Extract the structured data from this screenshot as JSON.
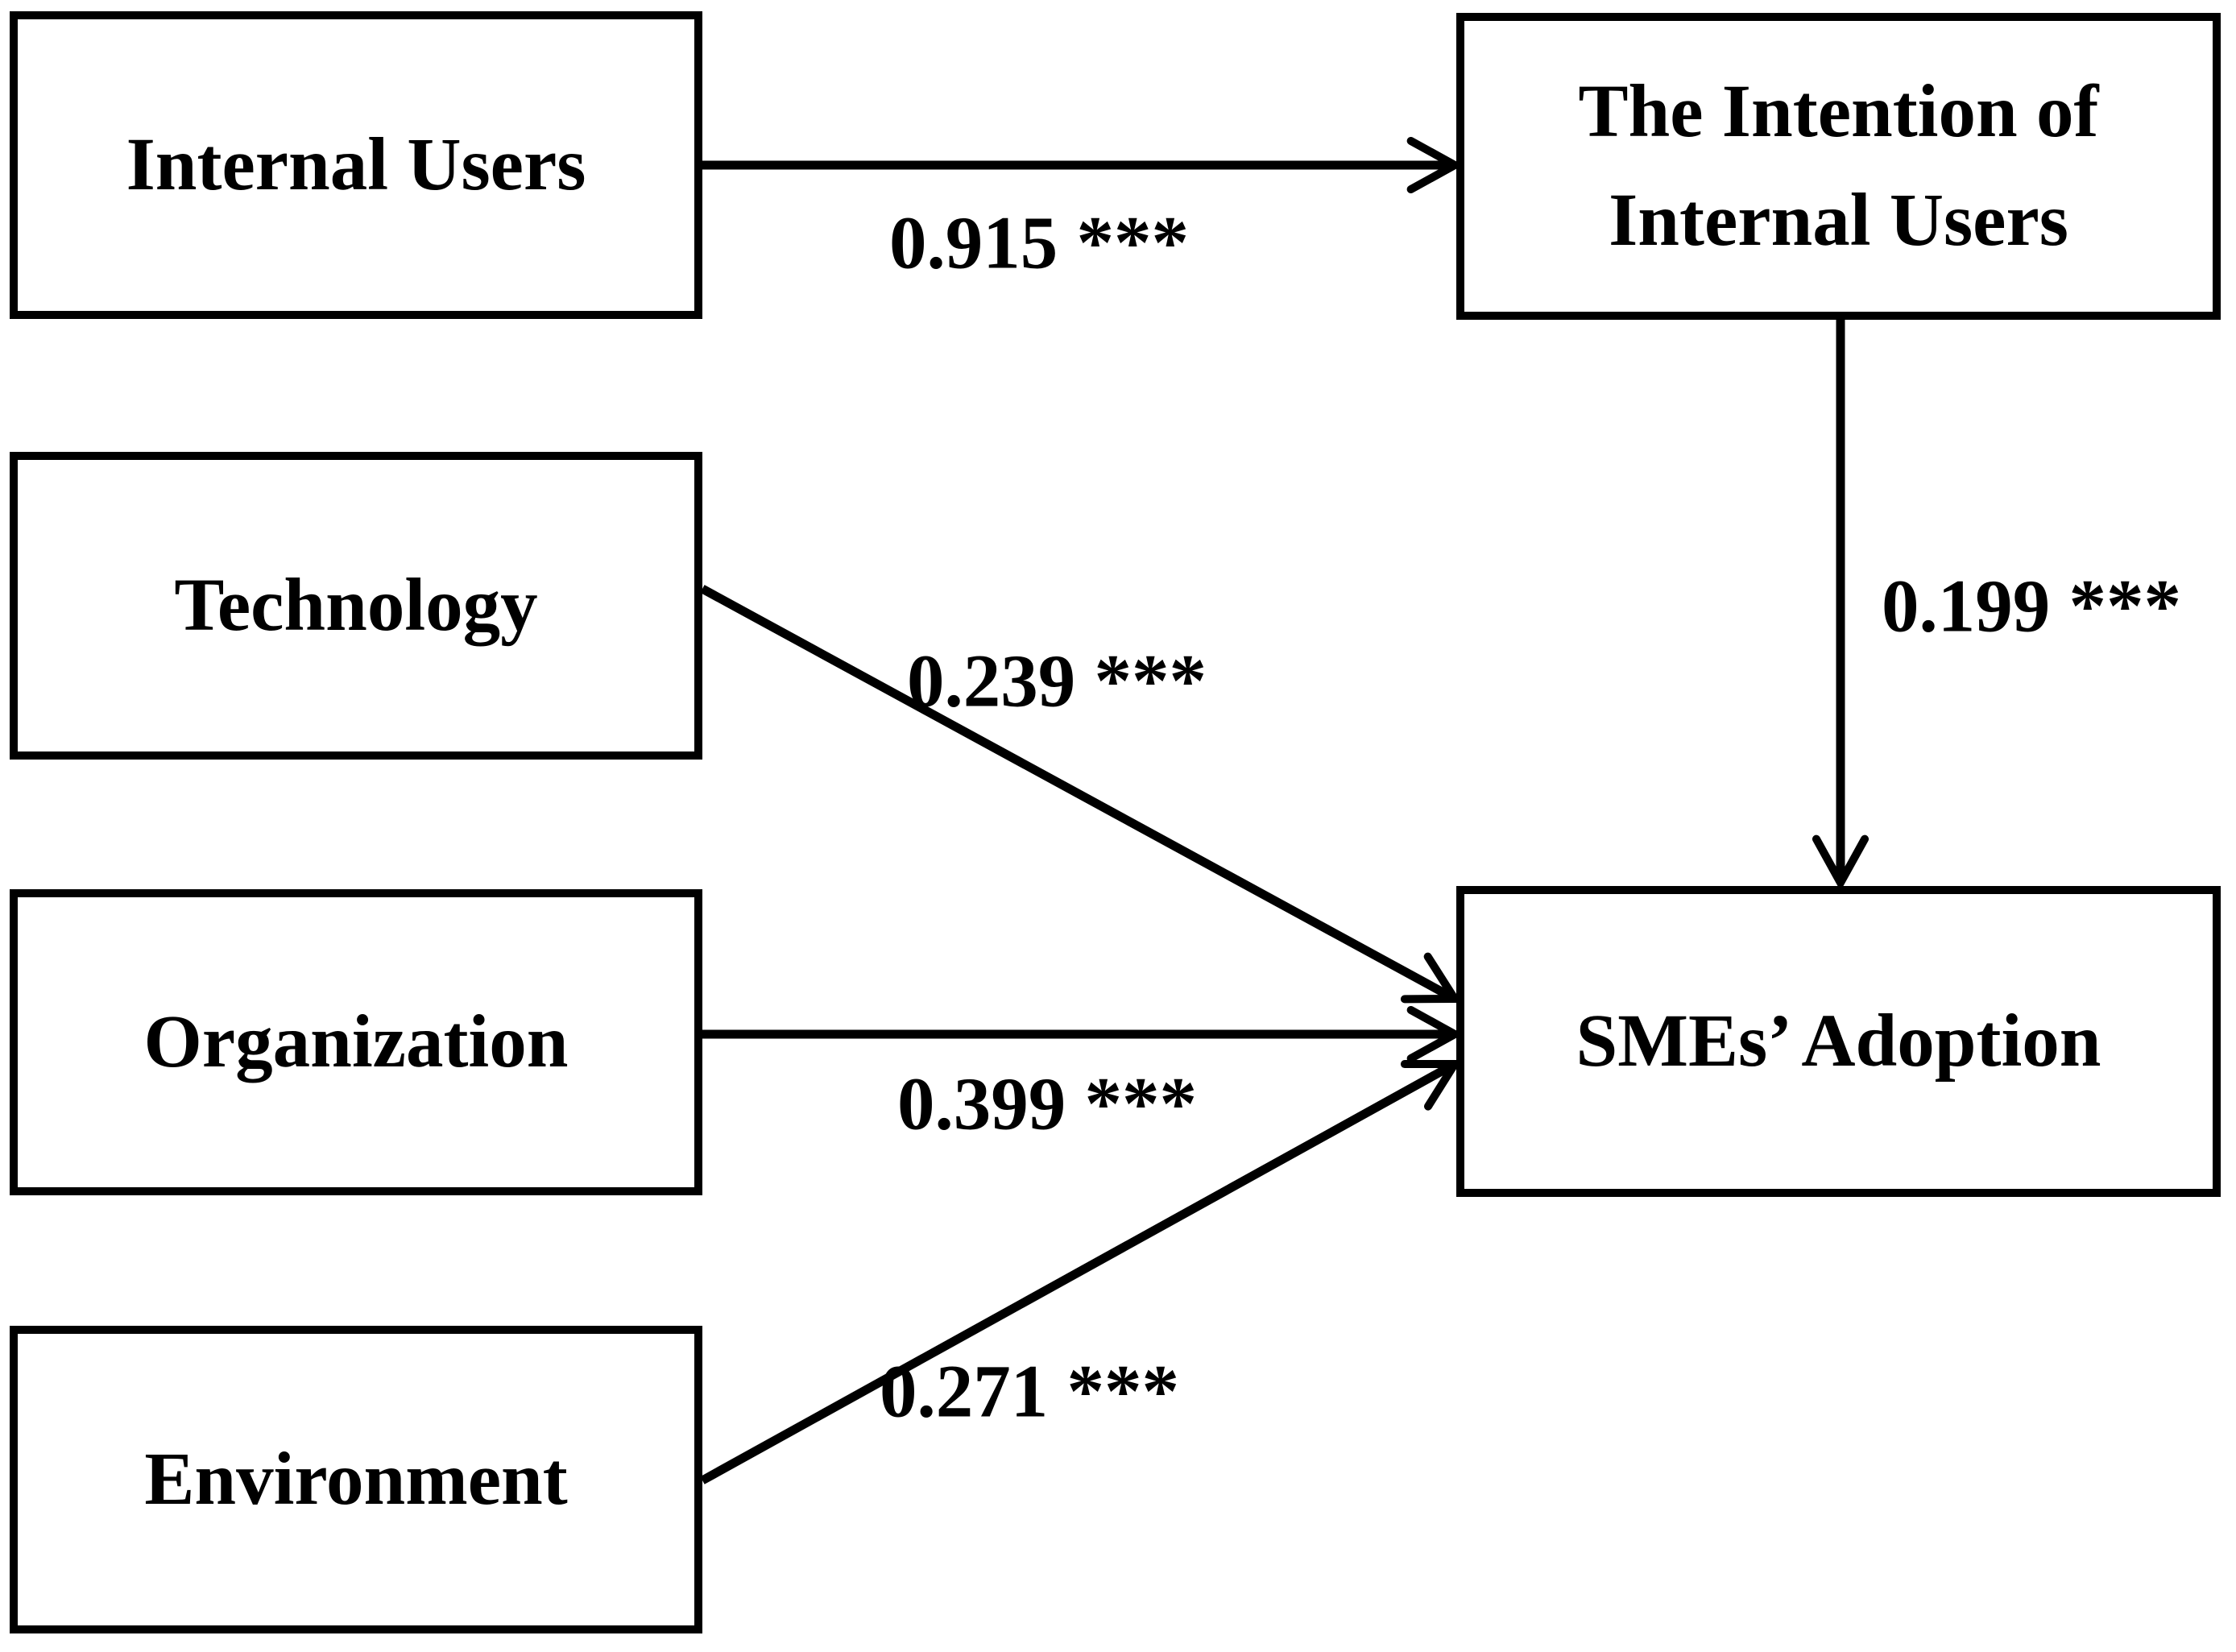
{
  "colors": {
    "background": "#ffffff",
    "line": "#000000",
    "text": "#000000"
  },
  "nodes": {
    "internal_users": {
      "label": "Internal Users"
    },
    "technology": {
      "label": "Technology"
    },
    "organization": {
      "label": "Organization"
    },
    "environment": {
      "label": "Environment"
    },
    "intention_of_internal_users": {
      "label": "The Intention of Internal Users"
    },
    "smes_adoption": {
      "label": "SMEs’ Adoption"
    }
  },
  "edges": [
    {
      "from": "Internal Users",
      "to": "The Intention of Internal Users",
      "coefficient": "0.915 ***"
    },
    {
      "from": "The Intention of Internal Users",
      "to": "SMEs’ Adoption",
      "coefficient": "0.199 ***"
    },
    {
      "from": "Technology",
      "to": "SMEs’ Adoption",
      "coefficient": "0.239 ***"
    },
    {
      "from": "Organization",
      "to": "SMEs’ Adoption",
      "coefficient": "0.399 ***"
    },
    {
      "from": "Environment",
      "to": "SMEs’ Adoption",
      "coefficient": "0.271 ***"
    }
  ]
}
